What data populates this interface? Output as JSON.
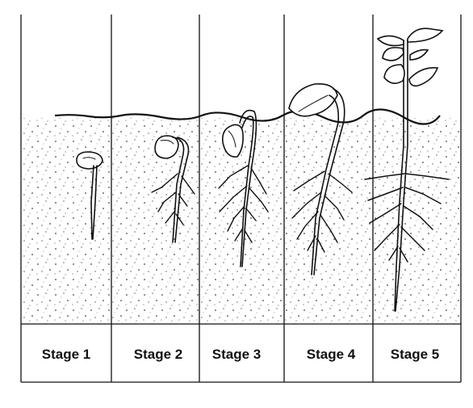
{
  "stages": [
    {
      "label": "Stage 1"
    },
    {
      "label": "Stage 2"
    },
    {
      "label": "Stage 3"
    },
    {
      "label": "Stage 4"
    },
    {
      "label": "Stage 5"
    }
  ]
}
